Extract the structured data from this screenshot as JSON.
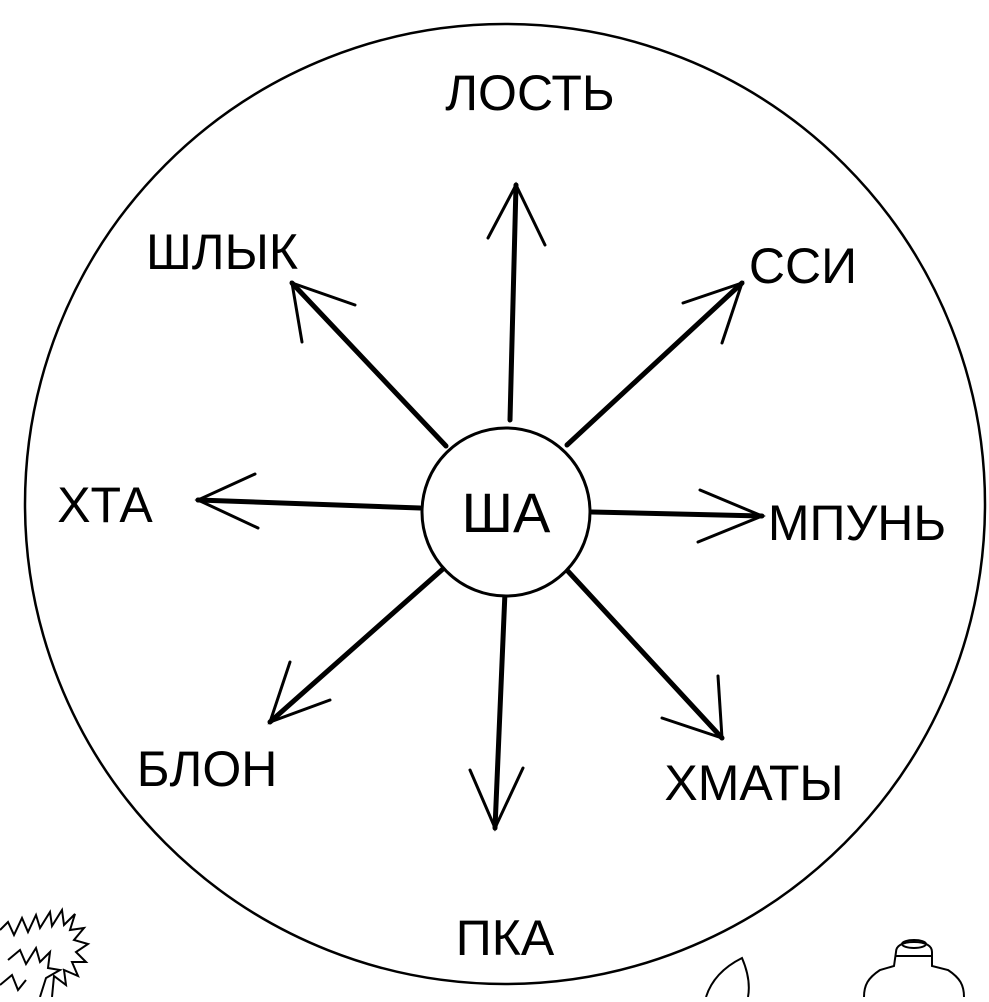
{
  "center": {
    "label": "ША"
  },
  "spokes": [
    {
      "id": "n",
      "label": "ЛОСТЬ"
    },
    {
      "id": "ne",
      "label": "ССИ"
    },
    {
      "id": "e",
      "label": "МПУНЬ"
    },
    {
      "id": "se",
      "label": "ХМАТЫ"
    },
    {
      "id": "s",
      "label": "ПКА"
    },
    {
      "id": "sw",
      "label": "БЛОН"
    },
    {
      "id": "w",
      "label": "ХТА"
    },
    {
      "id": "nw",
      "label": "ШЛЫК"
    }
  ],
  "colors": {
    "ink": "#000000",
    "paper": "#ffffff"
  }
}
